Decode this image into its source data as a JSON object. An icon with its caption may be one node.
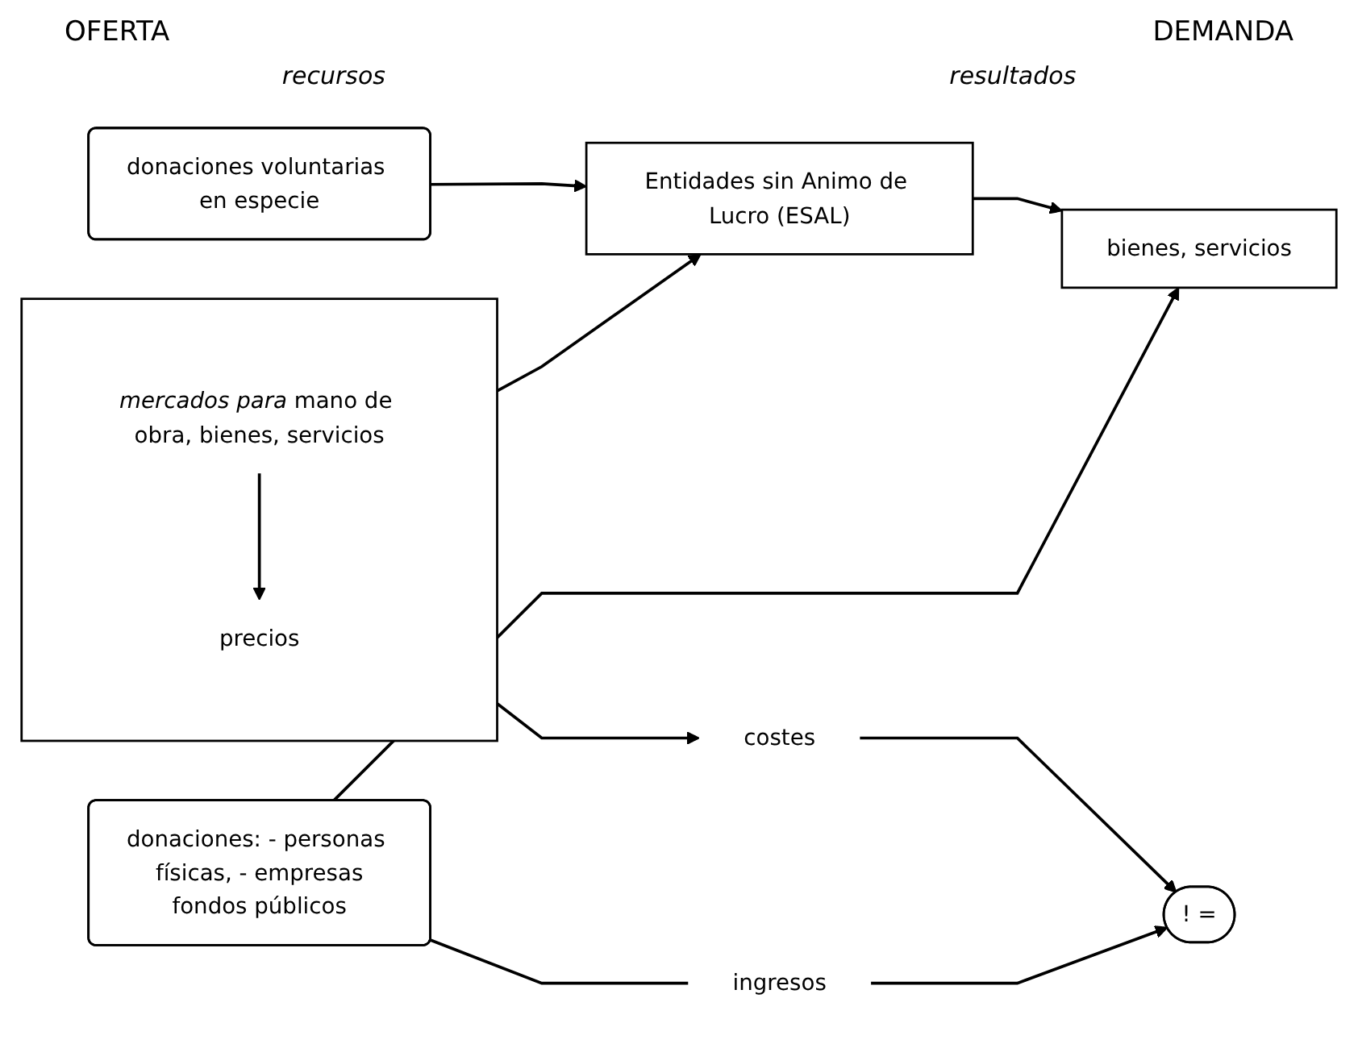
{
  "diagram": {
    "nodes": [
      {
        "text": [
          "donaciones voluntarias en especie"
        ]
      },
      {
        "text": [],
        "shape": "box"
      },
      {
        "text": [
          "*mercados para* mano de obra, bienes, servicios"
        ],
        "in": 1
      },
      {
        "text": [
          "Entidades sin Animo de Lucro (ESAL)"
        ]
      },
      {
        "text": [
          "bienes, servicios"
        ]
      },
      {
        "text": [
          "precios"
        ],
        "in": 1
      },
      {
        "text": [
          "costes"
        ]
      },
      {
        "text": [
          "! ="
        ]
      },
      {
        "text": [
          "ingresos"
        ]
      },
      {
        "text": [
          "donaciones: - personas físicas, - empresas",
          "fondos públicos"
        ]
      }
    ],
    "edges": [
      {
        "from": 0,
        "to": 3,
        "arrow": "to"
      },
      {
        "from": 1,
        "to": 3,
        "arrow": "to"
      },
      {
        "from": 2,
        "to": 5,
        "arrow": "to"
      },
      {
        "from": 1,
        "to": 6,
        "arrow": "to"
      },
      {
        "from": 3,
        "to": 4,
        "arrow": "to"
      },
      {
        "from": 9,
        "to": 4,
        "arrow": "to"
      },
      {
        "from": 6,
        "to": 7,
        "arrow": "to"
      },
      {
        "from": 8,
        "to": 7,
        "arrow": "to"
      },
      {
        "from": 9,
        "to": 8,
        "arrow": "none"
      }
    ],
    "labels": [
      "OFERTA",
      "DEMANDA",
      "recursos",
      "resultados"
    ]
  }
}
